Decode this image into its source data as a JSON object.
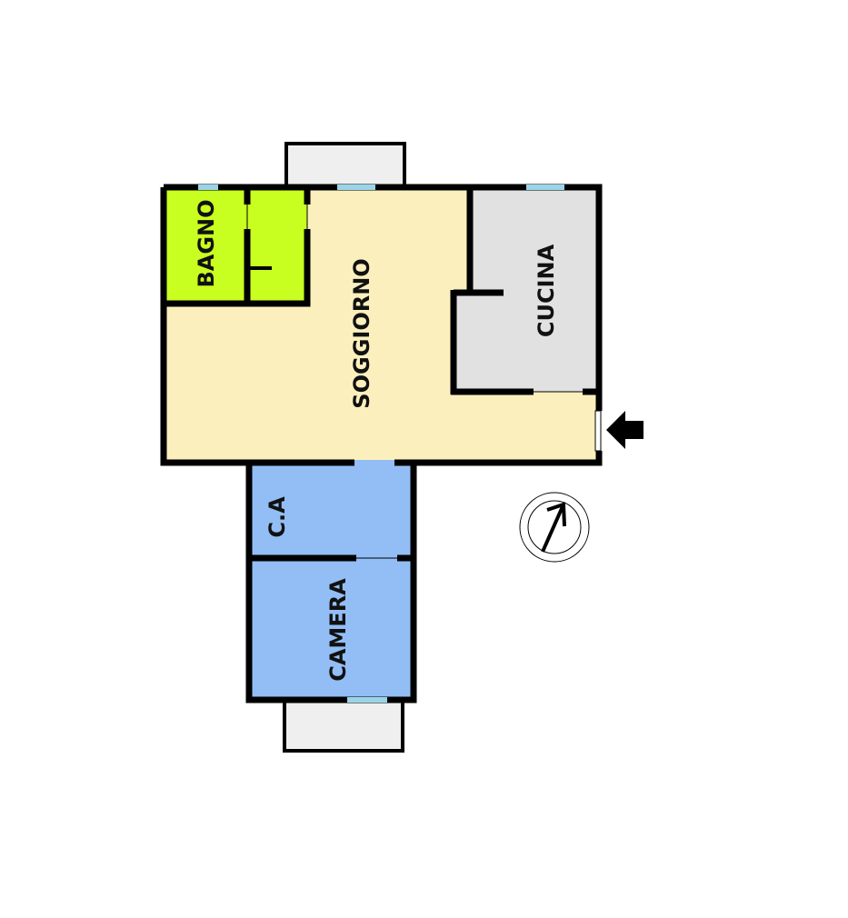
{
  "rooms": {
    "bagno": {
      "label": "BAGNO",
      "color": "#c8ff20"
    },
    "soggiorno": {
      "label": "SOGGIORNO",
      "color": "#fbf0bd"
    },
    "cucina": {
      "label": "CUCINA",
      "color": "#e1e1e1"
    },
    "ca": {
      "label": "C.A",
      "color": "#92bef5"
    },
    "camera": {
      "label": "CAMERA",
      "color": "#92bef5"
    }
  },
  "balcony_color": "#efefef",
  "window_color": "#9ad4e8",
  "wall_color": "#000000",
  "icons": {
    "entrance": "entrance-arrow-icon",
    "compass": "north-compass-icon"
  }
}
